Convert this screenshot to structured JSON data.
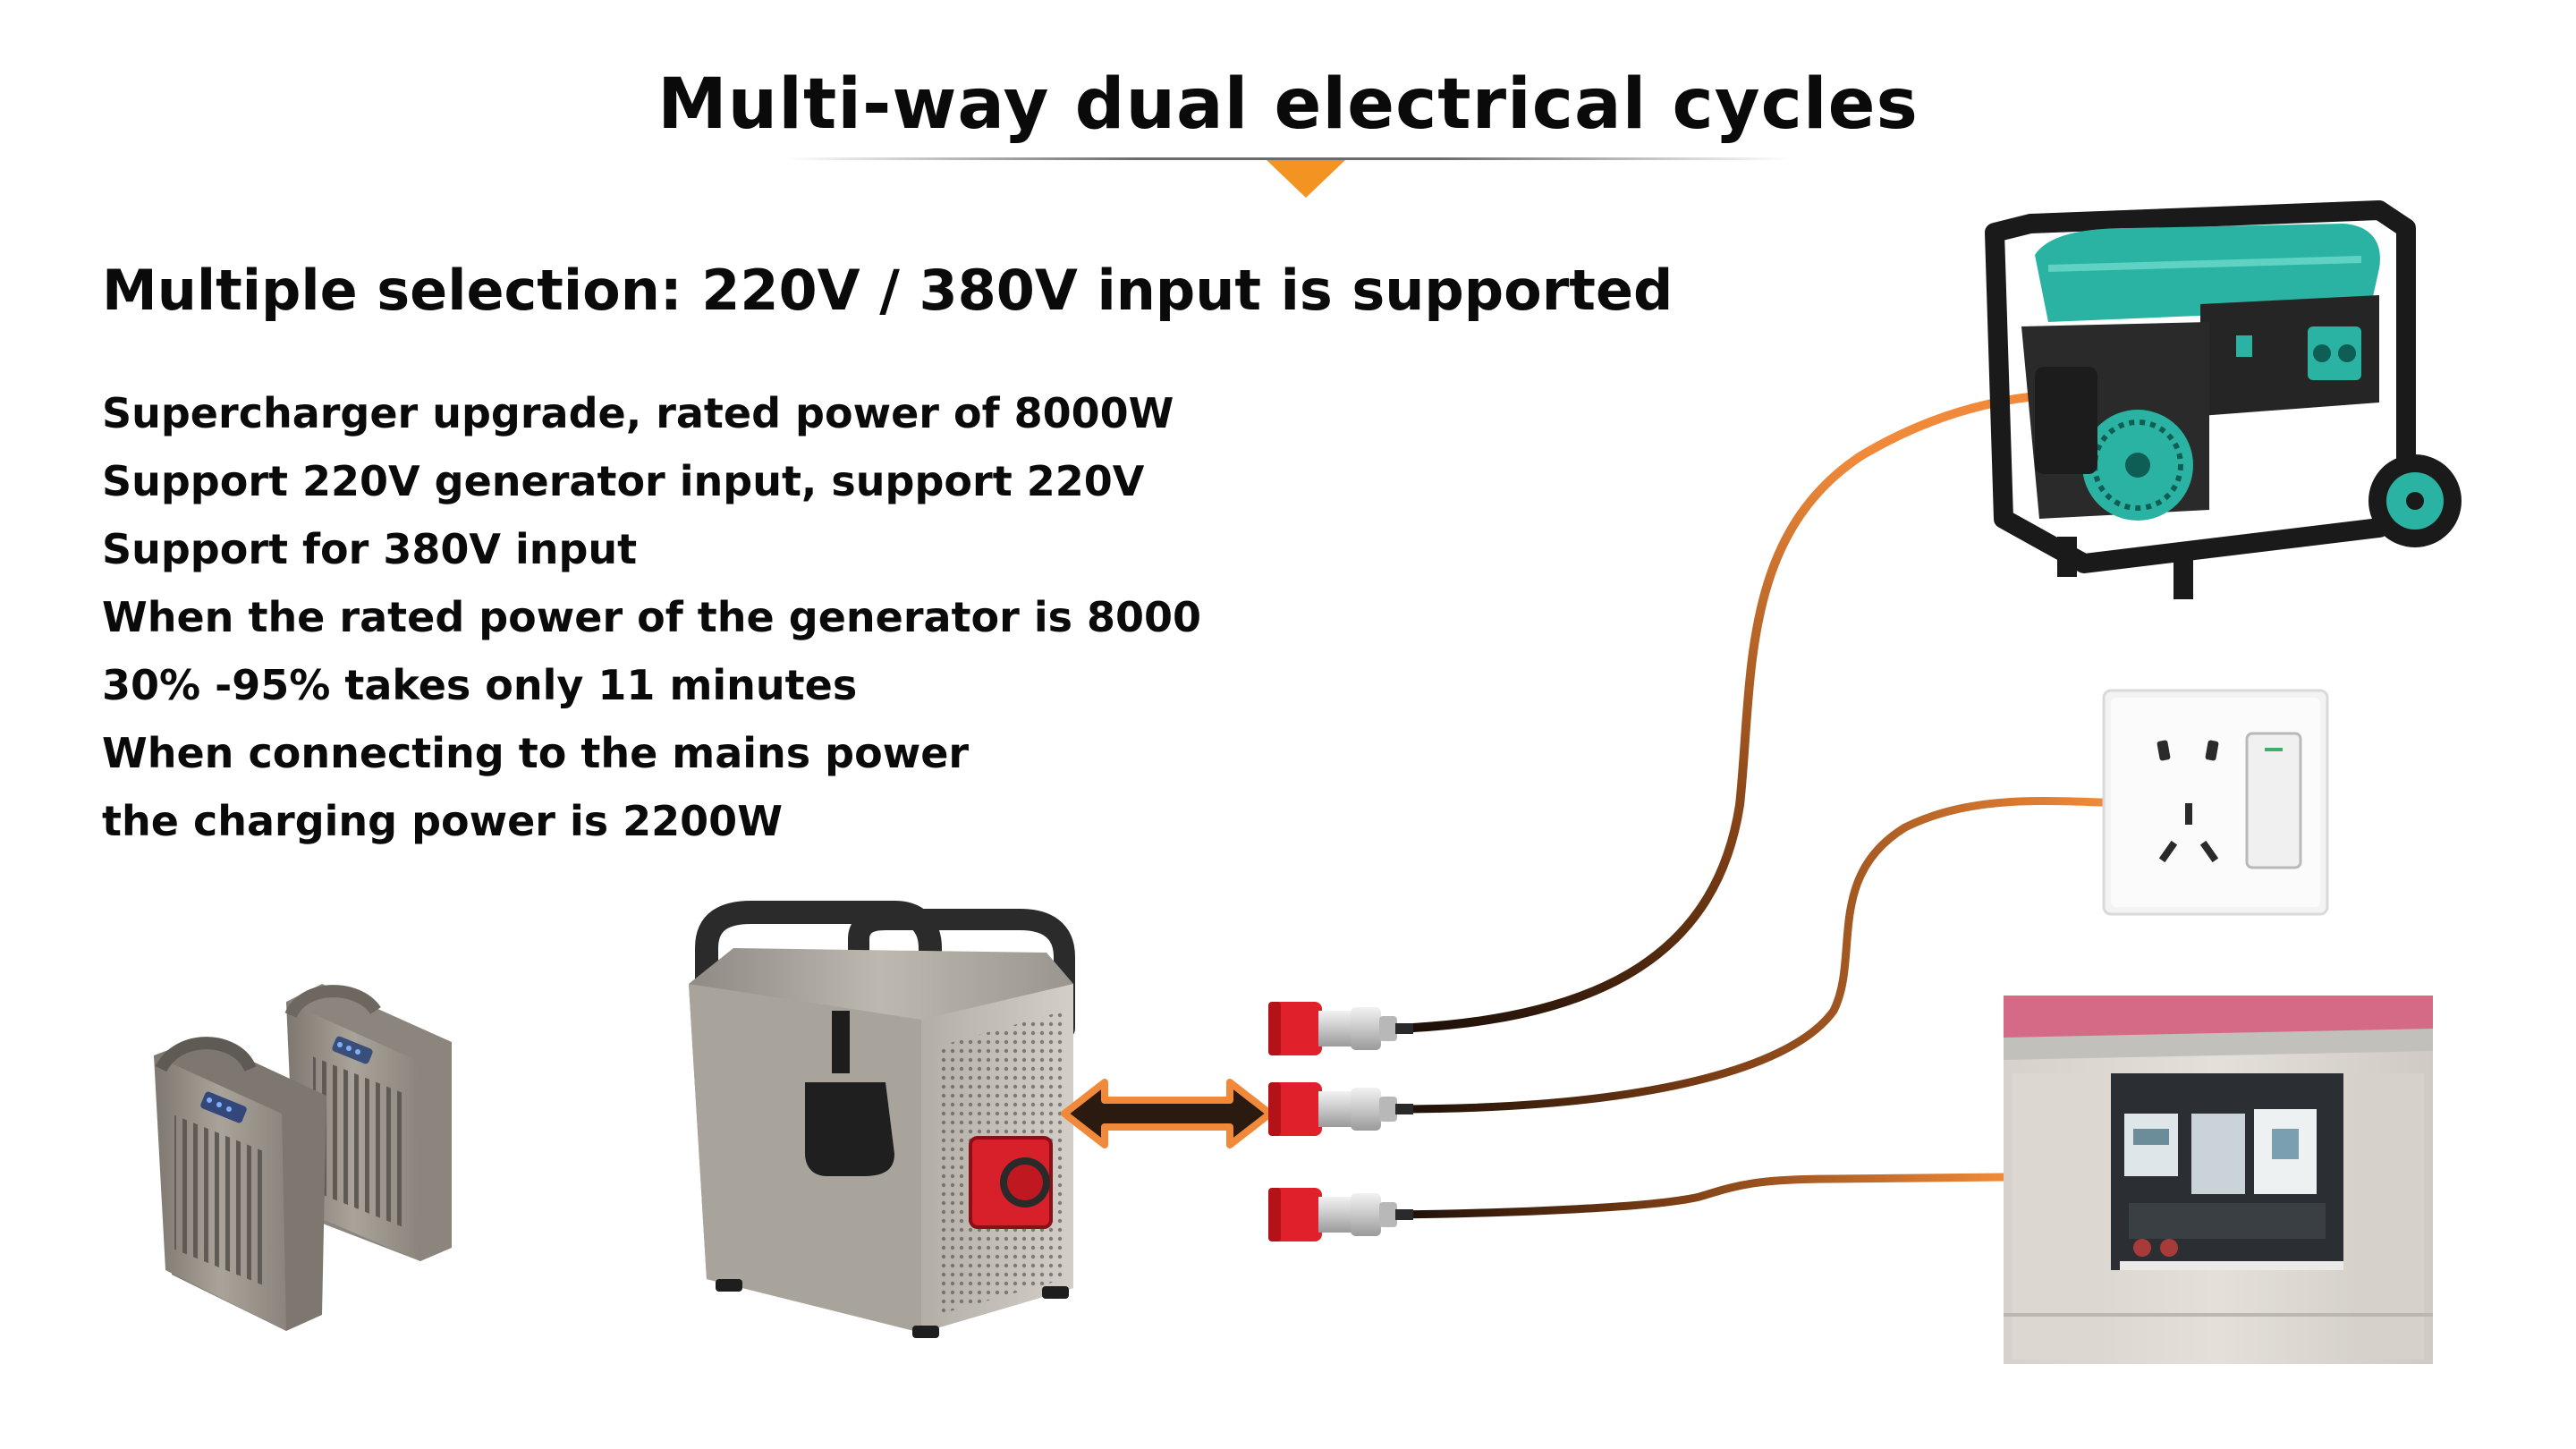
{
  "title": "Multi-way dual electrical cycles",
  "subtitle": "Multiple selection: 220V / 380V input is supported",
  "features": [
    "Supercharger upgrade, rated power of 8000W",
    "Support 220V generator input, support 220V",
    "Support for 380V input",
    "When the rated power of the generator is 8000",
    "30% -95% takes only 11 minutes",
    "When connecting to the mains power",
    "the charging power is 2200W"
  ],
  "colors": {
    "accent": "#f39422",
    "cable_orange": "#f08a3a",
    "generator_teal": "#2ab3a3",
    "plug_red": "#e0202a"
  }
}
